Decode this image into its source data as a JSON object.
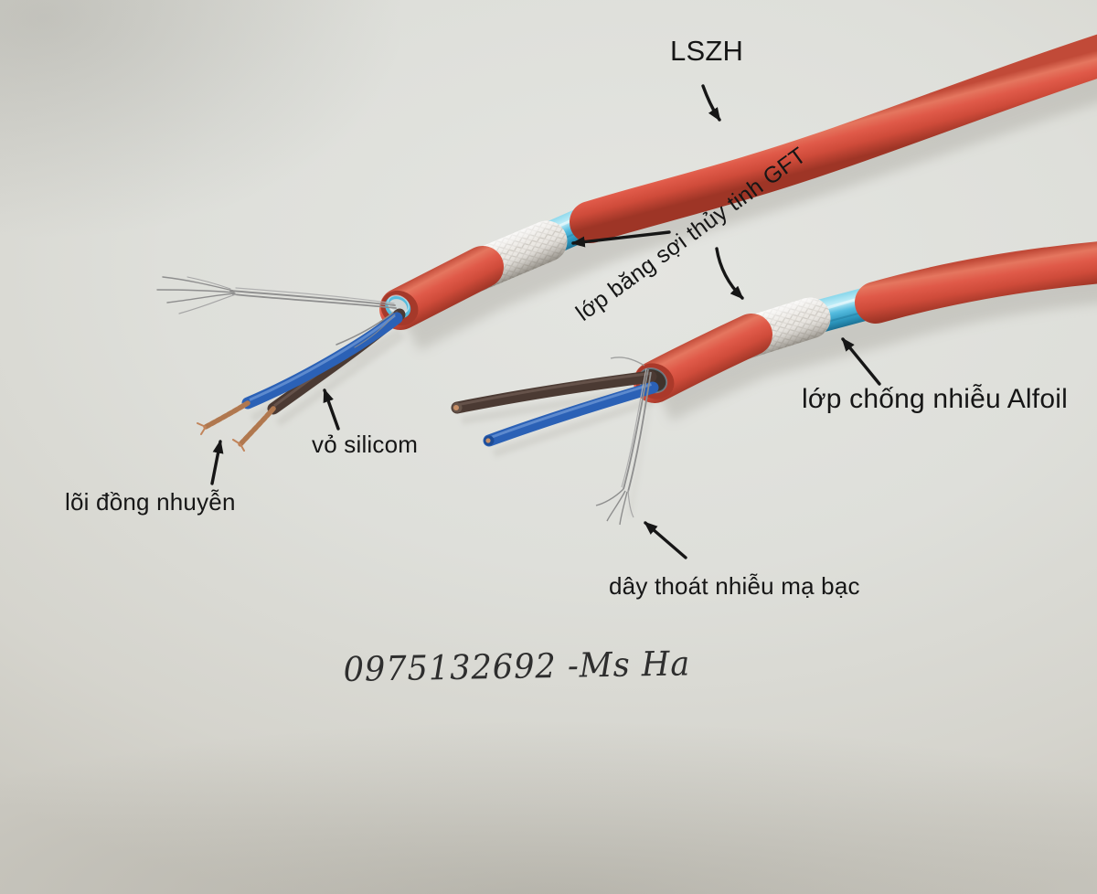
{
  "labels": {
    "lszh": "LSZH",
    "gft": "lớp băng sợi thủy tinh GFT",
    "alfoil": "lớp chống nhiễu Alfoil",
    "silicone": "vỏ silicom",
    "copper_core": "lõi đồng nhuyễn",
    "drain_wire": "dây thoát nhiễu mạ bạc"
  },
  "contact": "0975132692 -Ms Ha",
  "colors": {
    "sheath_red": "#d7523f",
    "foil_blue": "#55bcdf",
    "braid_white": "#ebe8e3",
    "wire_blue": "#2b61b6",
    "wire_brown": "#4b3a33",
    "copper": "#c2845a",
    "drain_silver": "#8e8e8e",
    "paper_background": "#dcddd8",
    "annotation_ink": "#161616"
  }
}
